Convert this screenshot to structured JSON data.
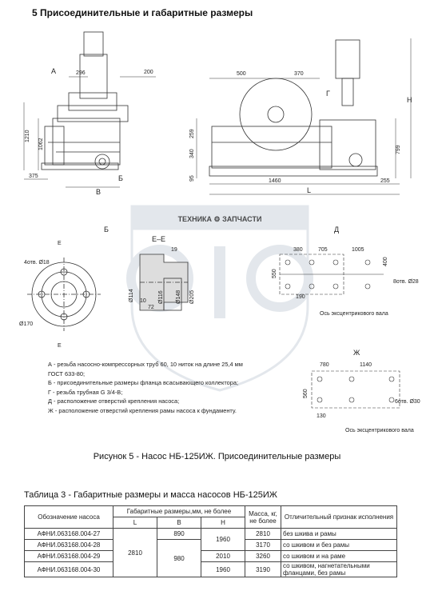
{
  "section_title": "5 Присоединительные  и габаритные размеры",
  "watermark": "ТЕХНИКА ⚙ ЗАПЧАСТИ",
  "figure": {
    "view_labels": [
      "Б",
      "Д",
      "Ж",
      "Е–Е"
    ],
    "letters": [
      "А",
      "Б",
      "В",
      "Г",
      "L",
      "Н",
      "Е",
      "Е"
    ],
    "dims": {
      "d296": "296",
      "d200": "200",
      "d1210": "1210",
      "d1062": "1062",
      "d375": "375",
      "d500": "500",
      "d370": "370",
      "d259": "259",
      "d340": "340",
      "d95": "95",
      "d1460": "1460",
      "d255": "255",
      "d799": "799",
      "d4otv18": "4отв. Ø18",
      "d170": "Ø170",
      "d19": "19",
      "d10": "10",
      "d72": "72",
      "d114": "Ø114",
      "d116": "Ø116",
      "d148": "Ø148",
      "d205": "Ø205",
      "d380": "380",
      "d705": "705",
      "d1005": "1005",
      "d550": "550",
      "d400": "400",
      "d190": "190",
      "d8otv28": "8отв. Ø28",
      "ecc1": "Ось эксцентрикового вала",
      "d780": "780",
      "d1140": "1140",
      "d560": "560",
      "d130": "130",
      "d6otv30": "6отв. Ø30",
      "ecc2": "Ось эксцентрикового вала"
    }
  },
  "notes": [
    "А - резьба насосно-компрессорных труб 60, 10 ниток на длине 25,4 мм",
    "ГОСТ 633-80;",
    "Б - присоединительные размеры фланца всасывающего коллектора;",
    "Г - резьба трубная G 3/4-В;",
    "Д - расположение отверстий крепления насоса;",
    "Ж - расположение отверстий крепления рамы насоса к фундаменту."
  ],
  "caption": "Рисунок 5 - Насос НБ-125ИЖ. Присоединительные размеры",
  "table": {
    "title": "Таблица 3 - Габаритные размеры и масса насосов НБ-125ИЖ",
    "headers": {
      "designation": "Обозначение насоса",
      "dims_group": "Габаритные размеры,мм, не более",
      "L": "L",
      "B": "В",
      "H": "Н",
      "mass": "Масса, кг, не более",
      "feature": "Отличительный признак исполнения"
    },
    "rows": [
      {
        "designation": "АФНИ.063168.004-27",
        "mass": "2810",
        "feature": "без шкива и рамы"
      },
      {
        "designation": "АФНИ.063168.004-28",
        "mass": "3170",
        "feature": "со шкивом и без рамы"
      },
      {
        "designation": "АФНИ.063168.004-29",
        "mass": "3260",
        "feature": "со шкивом и на раме"
      },
      {
        "designation": "АФНИ.063168.004-30",
        "mass": "3190",
        "feature": "со шкивом, нагнетательными фланцами, без рамы"
      }
    ],
    "merged": {
      "L_all": "2810",
      "B_top": "890",
      "B_bottom": "980",
      "H_top": "1960",
      "H_r3": "2010",
      "H_r4": "1960"
    }
  }
}
